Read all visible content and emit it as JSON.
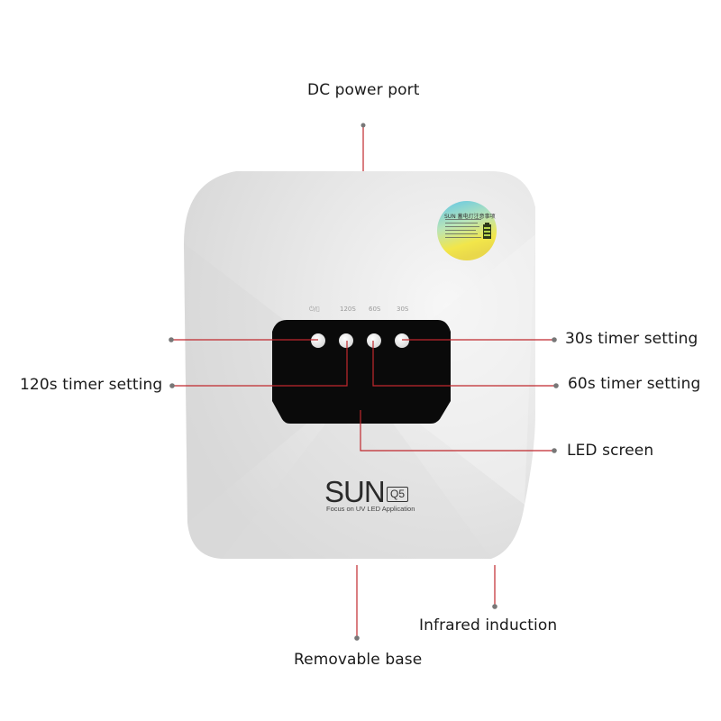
{
  "product": {
    "brand": "SUN",
    "model": "Q5",
    "tagline": "Focus on UV LED Application",
    "body_color": "#e6e6e6",
    "screen_color": "#0a0a0a"
  },
  "control_panel": {
    "labels": [
      {
        "id": "power",
        "text": "⏻/▯"
      },
      {
        "id": "120s",
        "text": "120S"
      },
      {
        "id": "60s",
        "text": "60S"
      },
      {
        "id": "30s",
        "text": "30S"
      }
    ],
    "buttons": [
      "power-button",
      "120s-button",
      "60s-button",
      "30s-button"
    ]
  },
  "sticker": {
    "title": "SUN 蓄电灯注意事项"
  },
  "callouts": [
    {
      "id": "dc-power-port",
      "text": "DC power port"
    },
    {
      "id": "30s-timer",
      "text": "30s timer setting"
    },
    {
      "id": "120s-timer",
      "text": "120s timer setting"
    },
    {
      "id": "60s-timer",
      "text": "60s timer setting"
    },
    {
      "id": "led-screen",
      "text": "LED screen"
    },
    {
      "id": "infrared-induction",
      "text": "Infrared induction"
    },
    {
      "id": "removable-base",
      "text": "Removable base"
    }
  ],
  "colors": {
    "callout_line": "#c0282d",
    "callout_dot": "#777777",
    "label_text": "#1a1a1a"
  }
}
